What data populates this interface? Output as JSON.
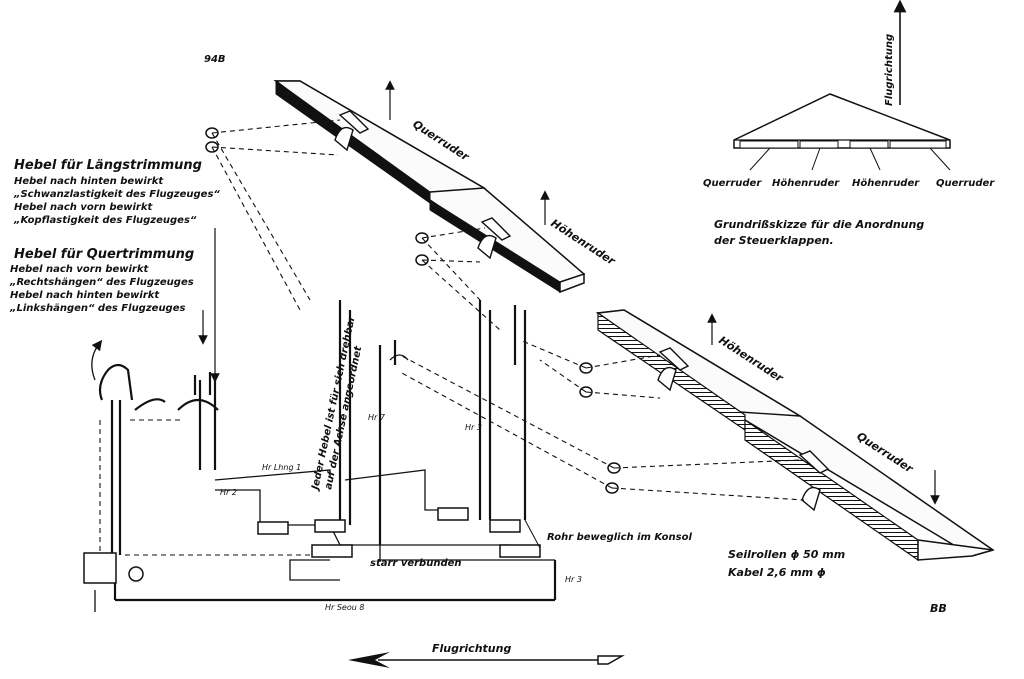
{
  "labels": {
    "page_mark_top": "94B",
    "page_mark_bottom": "BB",
    "lever_long_title": "Hebel für Längstrimmung",
    "lever_long_line1": "Hebel nach hinten bewirkt",
    "lever_long_line2": "„Schwanzlastigkeit des Flugzeuges“",
    "lever_long_line3": "Hebel nach vorn bewirkt",
    "lever_long_line4": "„Kopflastigkeit des Flugzeuges“",
    "lever_quer_title": "Hebel für Quertrimmung",
    "lever_quer_line1": "Hebel nach vorn bewirkt",
    "lever_quer_line2": "„Rechtshängen“ des Flugzeuges",
    "lever_quer_line3": "Hebel nach hinten bewirkt",
    "lever_quer_line4": "„Linkshängen“ des Flugzeuges",
    "axis_note_1": "Jeder Hebel ist für sich drehbar",
    "axis_note_2": "auf der Achse angeordnet",
    "rigid": "starr verbunden",
    "tube": "Rohr beweglich im Konsol",
    "pulleys": "Seilrollen ϕ 50 mm",
    "cable": "Kabel 2,6 mm ϕ",
    "direction": "Flugrichtung",
    "direction_vertical": "Flugrichtung",
    "plan_caption_1": "Grundrißskizze für die Anordnung",
    "plan_caption_2": "der Steuerklappen.",
    "surface_querruder_1": "Querruder",
    "surface_hoehenruder_1": "Höhenruder",
    "surface_hoehenruder_2": "Höhenruder",
    "surface_querruder_2": "Querruder",
    "plan_querruder_l": "Querruder",
    "plan_hoehenruder_l": "Höhenruder",
    "plan_hoehenruder_r": "Höhenruder",
    "plan_querruder_r": "Querruder"
  },
  "colors": {
    "ink": "#111111",
    "paper": "#ffffff"
  }
}
